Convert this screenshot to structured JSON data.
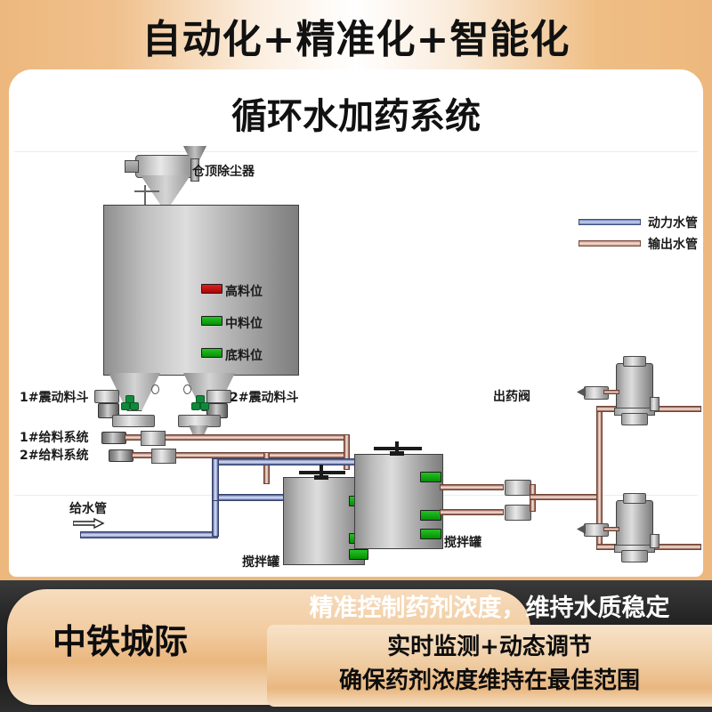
{
  "header": {
    "tagline": "自动化+精准化+智能化"
  },
  "card": {
    "title": "循环水加药系统"
  },
  "diagram": {
    "dust_collector": "仓顶除尘器",
    "level_high": "高料位",
    "level_mid": "中料位",
    "level_low": "底料位",
    "hopper_1": "1#震动料斗",
    "hopper_2": "2#震动料斗",
    "feeder_1": "1#给料系统",
    "feeder_2": "2#给料系统",
    "water_supply": "给水管",
    "mixer_tank_1": "搅拌罐",
    "mixer_tank_2": "搅拌罐",
    "dosing_valve": "出药阀",
    "legend": [
      {
        "label": "动力水管",
        "color": "#6e80b8"
      },
      {
        "label": "输出水管",
        "color": "#c08a7c"
      }
    ]
  },
  "footer": {
    "brand": "中铁城际",
    "line1": "精准控制药剂浓度，维持水质稳定",
    "line2": "实时监测+动态调节",
    "line3": "确保药剂浓度维持在最佳范围"
  }
}
